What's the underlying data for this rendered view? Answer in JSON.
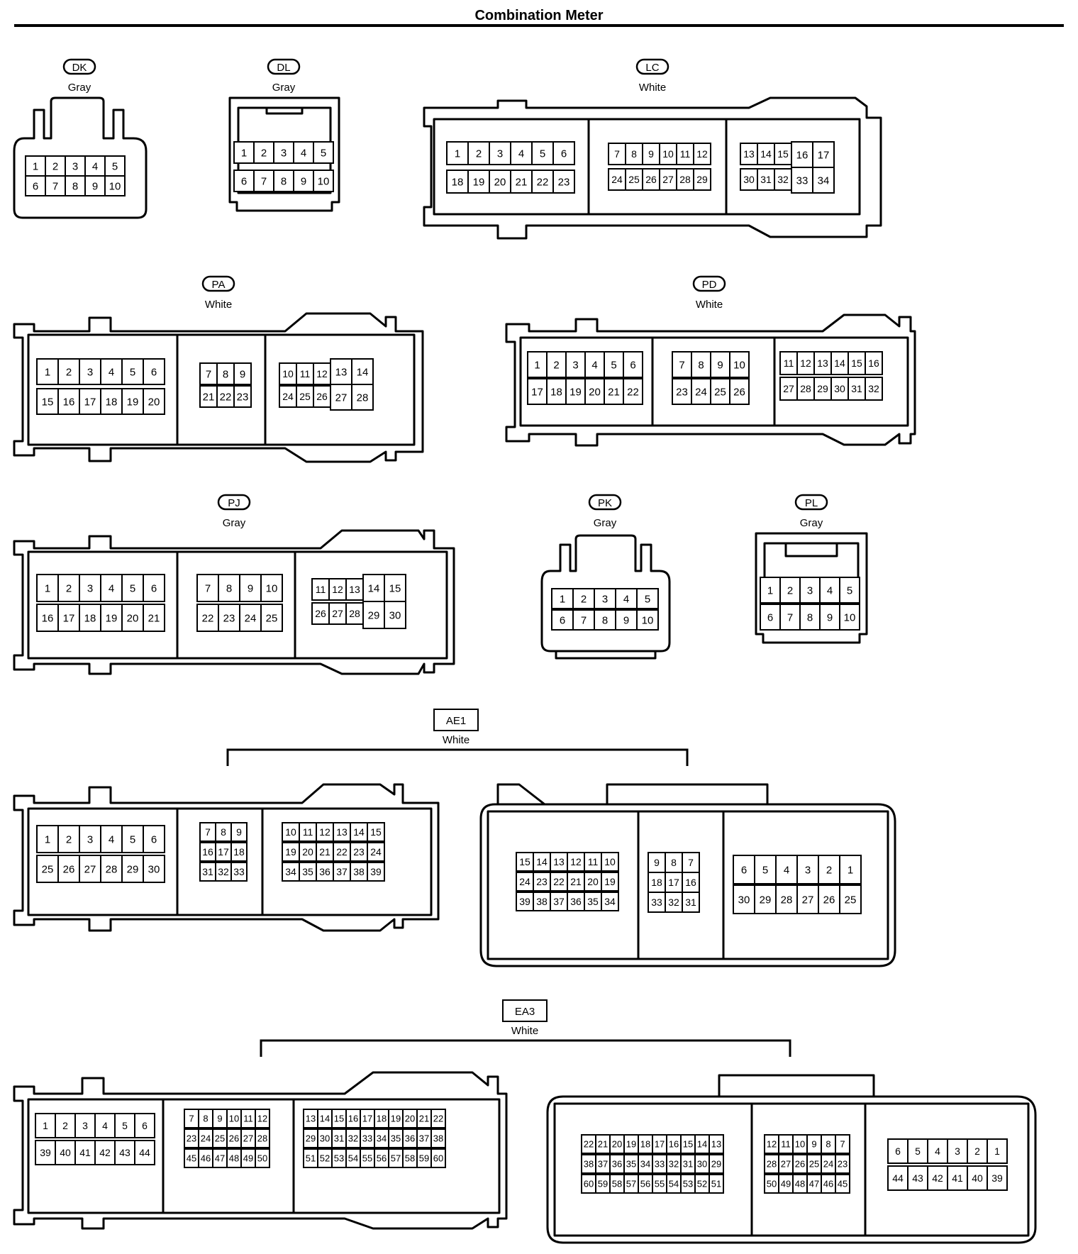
{
  "title": "Combination Meter",
  "connectors": [
    {
      "id": "DK",
      "color": "Gray",
      "tag": "oval",
      "rows": [
        [
          "1",
          "2",
          "3",
          "4",
          "5"
        ],
        [
          "6",
          "7",
          "8",
          "9",
          "10"
        ]
      ]
    },
    {
      "id": "DL",
      "color": "Gray",
      "tag": "oval",
      "rows": [
        [
          "1",
          "2",
          "3",
          "4",
          "5"
        ],
        [
          "6",
          "7",
          "8",
          "9",
          "10"
        ]
      ]
    },
    {
      "id": "LC",
      "color": "White",
      "tag": "oval",
      "rows": [
        [
          "1",
          "2",
          "3",
          "4",
          "5",
          "6",
          "7",
          "8",
          "9",
          "10",
          "11",
          "12",
          "13",
          "14",
          "15",
          "16",
          "17"
        ],
        [
          "18",
          "19",
          "20",
          "21",
          "22",
          "23",
          "24",
          "25",
          "26",
          "27",
          "28",
          "29",
          "30",
          "31",
          "32",
          "33",
          "34"
        ]
      ]
    },
    {
      "id": "PA",
      "color": "White",
      "tag": "oval",
      "rows": [
        [
          "1",
          "2",
          "3",
          "4",
          "5",
          "6",
          "7",
          "8",
          "9",
          "10",
          "11",
          "12",
          "13",
          "14"
        ],
        [
          "15",
          "16",
          "17",
          "18",
          "19",
          "20",
          "21",
          "22",
          "23",
          "24",
          "25",
          "26",
          "27",
          "28"
        ]
      ]
    },
    {
      "id": "PD",
      "color": "White",
      "tag": "oval",
      "rows": [
        [
          "1",
          "2",
          "3",
          "4",
          "5",
          "6",
          "7",
          "8",
          "9",
          "10",
          "11",
          "12",
          "13",
          "14",
          "15",
          "16"
        ],
        [
          "17",
          "18",
          "19",
          "20",
          "21",
          "22",
          "23",
          "24",
          "25",
          "26",
          "27",
          "28",
          "29",
          "30",
          "31",
          "32"
        ]
      ]
    },
    {
      "id": "PJ",
      "color": "Gray",
      "tag": "oval",
      "rows": [
        [
          "1",
          "2",
          "3",
          "4",
          "5",
          "6",
          "7",
          "8",
          "9",
          "10",
          "11",
          "12",
          "13",
          "14",
          "15"
        ],
        [
          "16",
          "17",
          "18",
          "19",
          "20",
          "21",
          "22",
          "23",
          "24",
          "25",
          "26",
          "27",
          "28",
          "29",
          "30"
        ]
      ]
    },
    {
      "id": "PK",
      "color": "Gray",
      "tag": "oval",
      "rows": [
        [
          "1",
          "2",
          "3",
          "4",
          "5"
        ],
        [
          "6",
          "7",
          "8",
          "9",
          "10"
        ]
      ]
    },
    {
      "id": "PL",
      "color": "Gray",
      "tag": "oval",
      "rows": [
        [
          "1",
          "2",
          "3",
          "4",
          "5"
        ],
        [
          "6",
          "7",
          "8",
          "9",
          "10"
        ]
      ]
    },
    {
      "id": "AE1",
      "color": "White",
      "tag": "box",
      "rows": [
        [
          "1",
          "2",
          "3",
          "4",
          "5",
          "6",
          "7",
          "8",
          "9",
          "10",
          "11",
          "12",
          "13",
          "14",
          "15"
        ],
        [
          "25",
          "26",
          "27",
          "28",
          "29",
          "30",
          "16",
          "17",
          "18",
          "19",
          "20",
          "21",
          "22",
          "23",
          "24"
        ],
        [
          "31",
          "32",
          "33",
          "34",
          "35",
          "36",
          "37",
          "38",
          "39"
        ]
      ]
    },
    {
      "id": "EA3",
      "color": "White",
      "tag": "box",
      "rows": [
        [
          "1",
          "2",
          "3",
          "4",
          "5",
          "6",
          "7",
          "8",
          "9",
          "10",
          "11",
          "12",
          "13",
          "14",
          "15",
          "16",
          "17",
          "18",
          "19",
          "20",
          "21",
          "22"
        ],
        [
          "39",
          "40",
          "41",
          "42",
          "43",
          "44",
          "23",
          "24",
          "25",
          "26",
          "27",
          "28",
          "29",
          "30",
          "31",
          "32",
          "33",
          "34",
          "35",
          "36",
          "37",
          "38"
        ],
        [
          "45",
          "46",
          "47",
          "48",
          "49",
          "50",
          "51",
          "52",
          "53",
          "54",
          "55",
          "56",
          "57",
          "58",
          "59",
          "60"
        ]
      ]
    }
  ]
}
